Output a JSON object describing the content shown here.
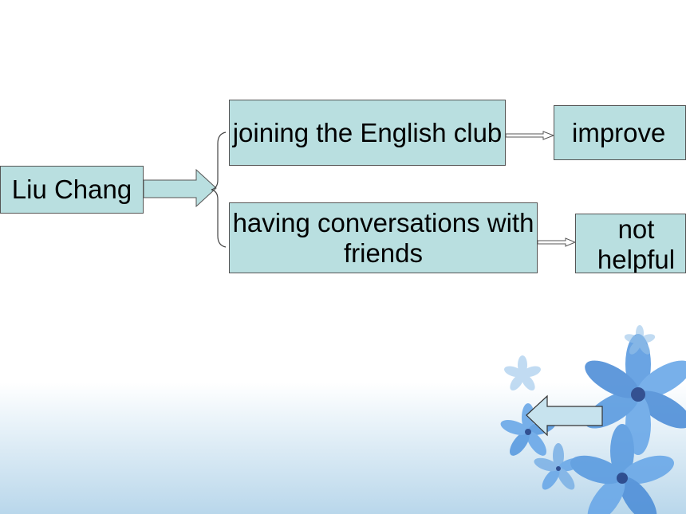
{
  "nodes": {
    "subject": {
      "text": "Liu Chang"
    },
    "activity_1": {
      "text": "joining the English club"
    },
    "activity_2": {
      "text": "having conversations with friends"
    },
    "result_1": {
      "text": "improve"
    },
    "result_2": {
      "text": "not helpful"
    }
  },
  "colors": {
    "box_fill": "#b9dfe0",
    "box_border": "#555555",
    "flower_blue": "#5a9be0",
    "flower_center": "#1f3f86",
    "back_arrow_fill": "#c7e3ee"
  },
  "icons": {
    "back_arrow": "back-arrow-icon",
    "decoration": "blue-flower-icon"
  }
}
